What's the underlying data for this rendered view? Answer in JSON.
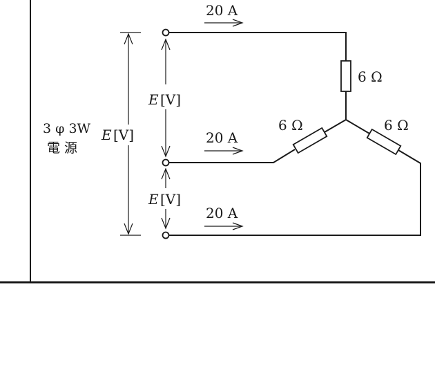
{
  "source": {
    "line1": "3 φ 3W",
    "line2": "電 源"
  },
  "voltage": {
    "symbol": "E",
    "unit": "[V]"
  },
  "currents": [
    {
      "label": "20 A"
    },
    {
      "label": "20 A"
    },
    {
      "label": "20 A"
    }
  ],
  "resistors": [
    {
      "label": "6 Ω"
    },
    {
      "label": "6 Ω"
    },
    {
      "label": "6 Ω"
    }
  ]
}
